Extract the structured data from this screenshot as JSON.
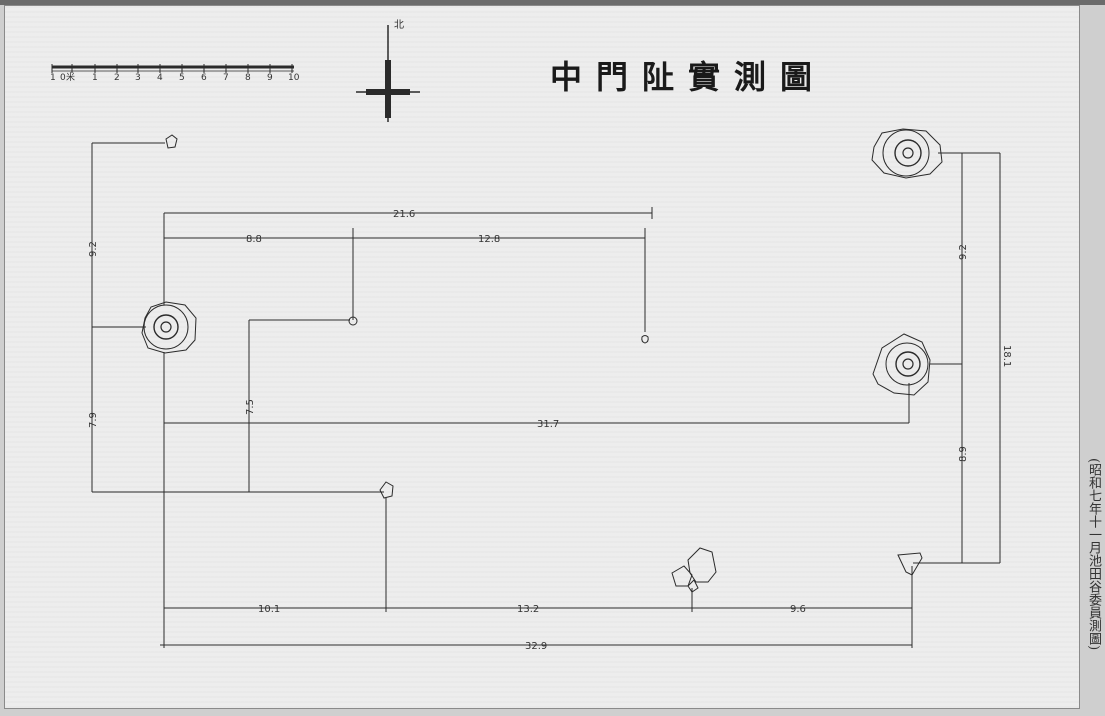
{
  "title": "中門阯實測圖",
  "side_note": "(昭和七年十一月池田谷委員測圖)",
  "north_label": "北",
  "scale_bar": {
    "labels": [
      "1",
      "0",
      "米",
      "1",
      "2",
      "3",
      "4",
      "5",
      "6",
      "7",
      "8",
      "9",
      "10"
    ],
    "unit": "米"
  },
  "dimensions": {
    "d_top_total": "21.6",
    "d_top_left": "8.8",
    "d_top_right": "12.8",
    "d_left_upper": "9.2",
    "d_left_lower": "7.9",
    "d_inner_left": "7.5",
    "d_middle": "31.7",
    "d_right_upper": "9.2",
    "d_right_total": "18.1",
    "d_right_lower": "8.9",
    "d_bottom_left": "10.1",
    "d_bottom_mid": "13.2",
    "d_bottom_right": "9.6",
    "d_bottom_total": "32.9"
  },
  "colors": {
    "ink": "#2b2b2b",
    "paper": "#ededed"
  }
}
